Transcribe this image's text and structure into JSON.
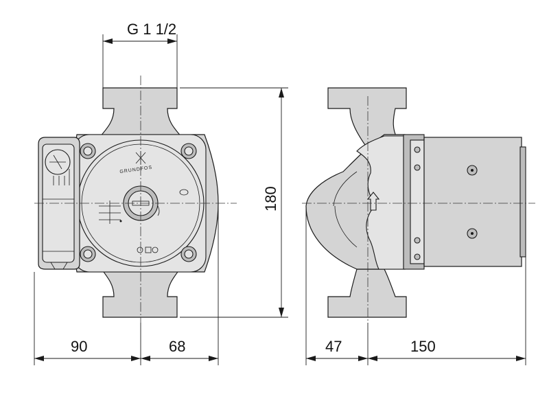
{
  "dimensions": {
    "connection": "G 1 1/2",
    "height": "180",
    "left_width": "90",
    "mid_width": "68",
    "side_depth": "47",
    "side_length": "150"
  },
  "brand": "GRUNDFOS",
  "icons": {
    "flow_arrow": "up-arrow-icon",
    "speed_selector": "speed-selector-icon",
    "power_mark": "power-symbol-icon"
  }
}
